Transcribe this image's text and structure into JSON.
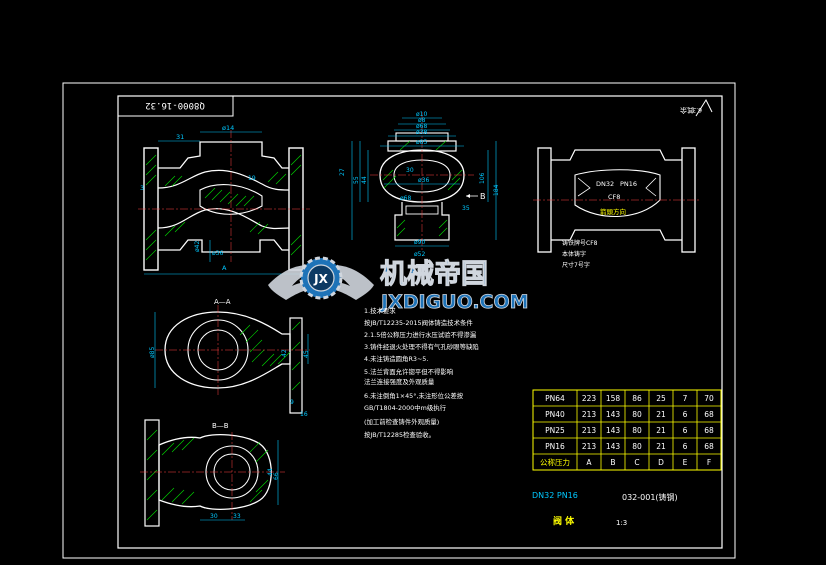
{
  "drawing": {
    "code_box": "Q8000-16.32",
    "roughness": "6.3",
    "roughness_note": "其余",
    "section_aa": "A—A",
    "section_bb": "B—B",
    "view_a": "A",
    "view_b": "B",
    "body_labels": {
      "dn": "DN32",
      "pn": "PN16",
      "f": "CF8",
      "arrow_text": "箭頭方向"
    },
    "side_notes": [
      "铸铁牌号CF8",
      "本体铸字",
      "尺寸7号字"
    ],
    "dims_front": [
      "ø14",
      "31",
      "ø42",
      "3",
      "ø36",
      "A",
      "19"
    ],
    "dims_top": [
      "ø10",
      "ø8",
      "ø68",
      "ø38",
      "ø85",
      "27",
      "55",
      "44",
      "30",
      "ø36",
      "ø68",
      "ø90",
      "106",
      "184",
      "35",
      "ø52"
    ],
    "dims_sec": [
      "ø85",
      "42",
      "45",
      "9",
      "16",
      "44",
      "66",
      "30",
      "33"
    ]
  },
  "notes": [
    "1.技术要求",
    "按JB/T12235-2015阀体铸造技术条件",
    "2.1.5倍公称压力进行水压试验不得渗漏",
    "3.铸件经退火处理不得有气孔砂眼等缺陷",
    "4.未注铸造圆角R3~5.",
    "5.法兰背面允许锪平但不得影响",
    "  法兰连接强度及外观质量",
    "6.未注倒角1×45°,未注形位公差按",
    "  GB/T1804-2000中m级执行",
    "  (加工前检查铸件外观质量)",
    "  按JB/T12285检查验收。"
  ],
  "table": {
    "rows": [
      [
        "PN64",
        "223",
        "158",
        "86",
        "25",
        "7",
        "70"
      ],
      [
        "PN40",
        "213",
        "143",
        "80",
        "21",
        "6",
        "68"
      ],
      [
        "PN25",
        "213",
        "143",
        "80",
        "21",
        "6",
        "68"
      ],
      [
        "PN16",
        "213",
        "143",
        "80",
        "21",
        "6",
        "68"
      ]
    ],
    "footer": [
      "公称压力",
      "A",
      "B",
      "C",
      "D",
      "E",
      "F"
    ]
  },
  "title_block": {
    "spec": "DN32 PN16",
    "drawing_no": "032-001(铸钢)",
    "part_name": "阀 体",
    "scale": "1:3"
  },
  "watermark": {
    "badge": "JX",
    "cn": "机械帝国",
    "en": "JXDIGUO.COM"
  },
  "colors": {
    "background": "#000000",
    "line": "#ffffff",
    "dimension": "#00c8ff",
    "hatch": "#00d800",
    "text_yellow": "#ffff00",
    "table_border": "#ffff00",
    "watermark_blue": "#1e73b8",
    "watermark_silver": "#d0d6de"
  }
}
